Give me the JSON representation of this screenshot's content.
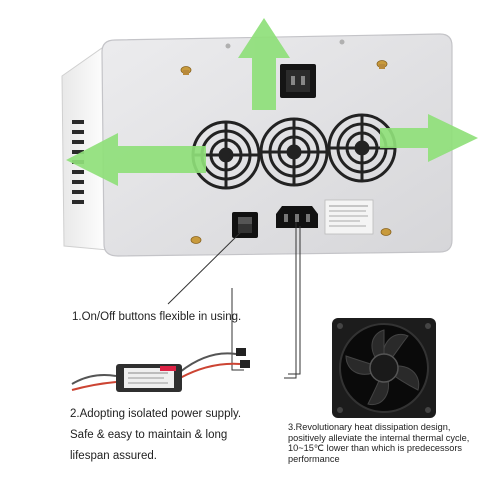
{
  "captions": {
    "onoff": "1.On/Off buttons flexible in using.",
    "power_supply": [
      "2.Adopting isolated power supply.",
      "Safe & easy to maintain & long",
      "lifespan assured."
    ],
    "heat": [
      "3.Revolutionary heat dissipation design,",
      "positively alleviate the internal thermal cycle,",
      "10~15℃ lower than which is predecessors",
      "performance"
    ]
  },
  "icons": [
    "airflow-arrow-icon",
    "cooling-fan-icon",
    "power-switch-icon",
    "power-socket-icon",
    "outlet-icon"
  ],
  "colors": {
    "arrow": "#8fe07a",
    "panel": "#e2e2e4",
    "housing": "#f7f7f7",
    "fan_body": "#1c1c1c"
  }
}
